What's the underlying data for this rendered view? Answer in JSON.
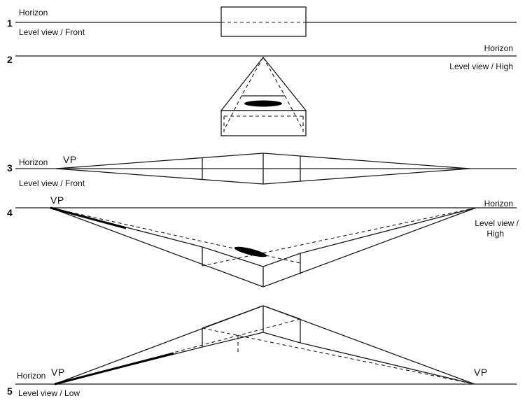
{
  "figures": [
    {
      "number": "1",
      "horizon": "Horizon",
      "view": "Level view / Front"
    },
    {
      "number": "2",
      "horizon": "Horizon",
      "view": "Level view / High"
    },
    {
      "number": "3",
      "horizon": "Horizon",
      "vp": "VP",
      "view": "Level view / Front"
    },
    {
      "number": "4",
      "vp": "VP",
      "horizon": "Horizon",
      "view_line1": "Level view /",
      "view_line2": "High"
    },
    {
      "number": "5",
      "horizon": "Horizon",
      "vp_left": "VP",
      "vp_right": "VP",
      "view": "Level view / Low"
    }
  ],
  "colors": {
    "ink": "#1a1a1a",
    "background": "#ffffff"
  }
}
